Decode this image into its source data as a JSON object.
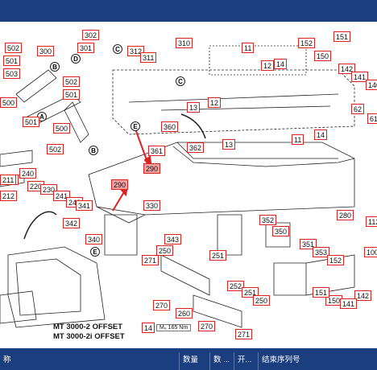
{
  "drawing": {
    "title_line1": "MT 3000-2  OFFSET",
    "title_line2": "MT 3000-2i OFFSET",
    "torque_note": "M₈ 165 Nm",
    "letters": [
      "A",
      "B",
      "C",
      "D",
      "E"
    ],
    "callouts": [
      "302",
      "301",
      "300",
      "501",
      "502",
      "503",
      "500",
      "502",
      "501",
      "502",
      "501",
      "500",
      "310",
      "312",
      "311",
      "210",
      "220",
      "230",
      "240",
      "241",
      "242",
      "211",
      "212",
      "11",
      "12",
      "13",
      "14",
      "11",
      "12",
      "13",
      "14",
      "360",
      "361",
      "362",
      "290",
      "290",
      "152",
      "151",
      "150",
      "142",
      "141",
      "140",
      "62",
      "61",
      "280",
      "352",
      "350",
      "351",
      "353",
      "152",
      "112",
      "100",
      "150",
      "151",
      "142",
      "141",
      "330",
      "343",
      "340",
      "341",
      "342",
      "250",
      "251",
      "252",
      "251",
      "250",
      "271",
      "270",
      "260",
      "270",
      "271",
      "14"
    ]
  },
  "table": {
    "columns": [
      "称",
      "数量",
      "数 ...",
      "开...",
      "结束序列号"
    ]
  },
  "colors": {
    "frame": "#1b3f7e",
    "callout_border": "#d22222",
    "highlight": "#f3a0a0"
  }
}
